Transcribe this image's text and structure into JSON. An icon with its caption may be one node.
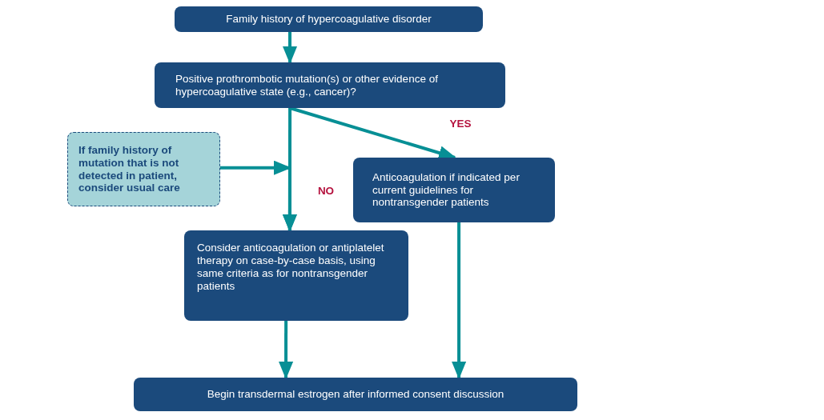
{
  "diagram": {
    "nodes": [
      {
        "text": [
          "Family history of hypercoagulative disorder"
        ]
      },
      {
        "text": [
          "Positive prothrombotic mutation(s) or other evidence of hypercoagulative state (e.g., cancer)?"
        ]
      },
      {
        "text": [
          "If family history of mutation that is not detected in patient, consider usual care"
        ]
      },
      {
        "text": [
          "Anticoagulation if indicated per current guidelines for nontransgender patients"
        ]
      },
      {
        "text": [
          "Consider anticoagulation or antiplatelet therapy on case-by-case basis, using same criteria as for nontransgender patients"
        ]
      },
      {
        "text": [
          "Begin transdermal estrogen after informed consent discussion"
        ]
      }
    ],
    "edges": [
      {
        "from": 0,
        "to": 1,
        "arrow": "to"
      },
      {
        "from": 1,
        "to": 4,
        "arrow": "to",
        "label": "NO"
      },
      {
        "from": 1,
        "to": 3,
        "arrow": "to",
        "label": "YES"
      },
      {
        "from": 2,
        "to": 4,
        "arrow": "to"
      },
      {
        "from": 4,
        "to": 5,
        "arrow": "to"
      },
      {
        "from": 3,
        "to": 5,
        "arrow": "to"
      }
    ]
  }
}
